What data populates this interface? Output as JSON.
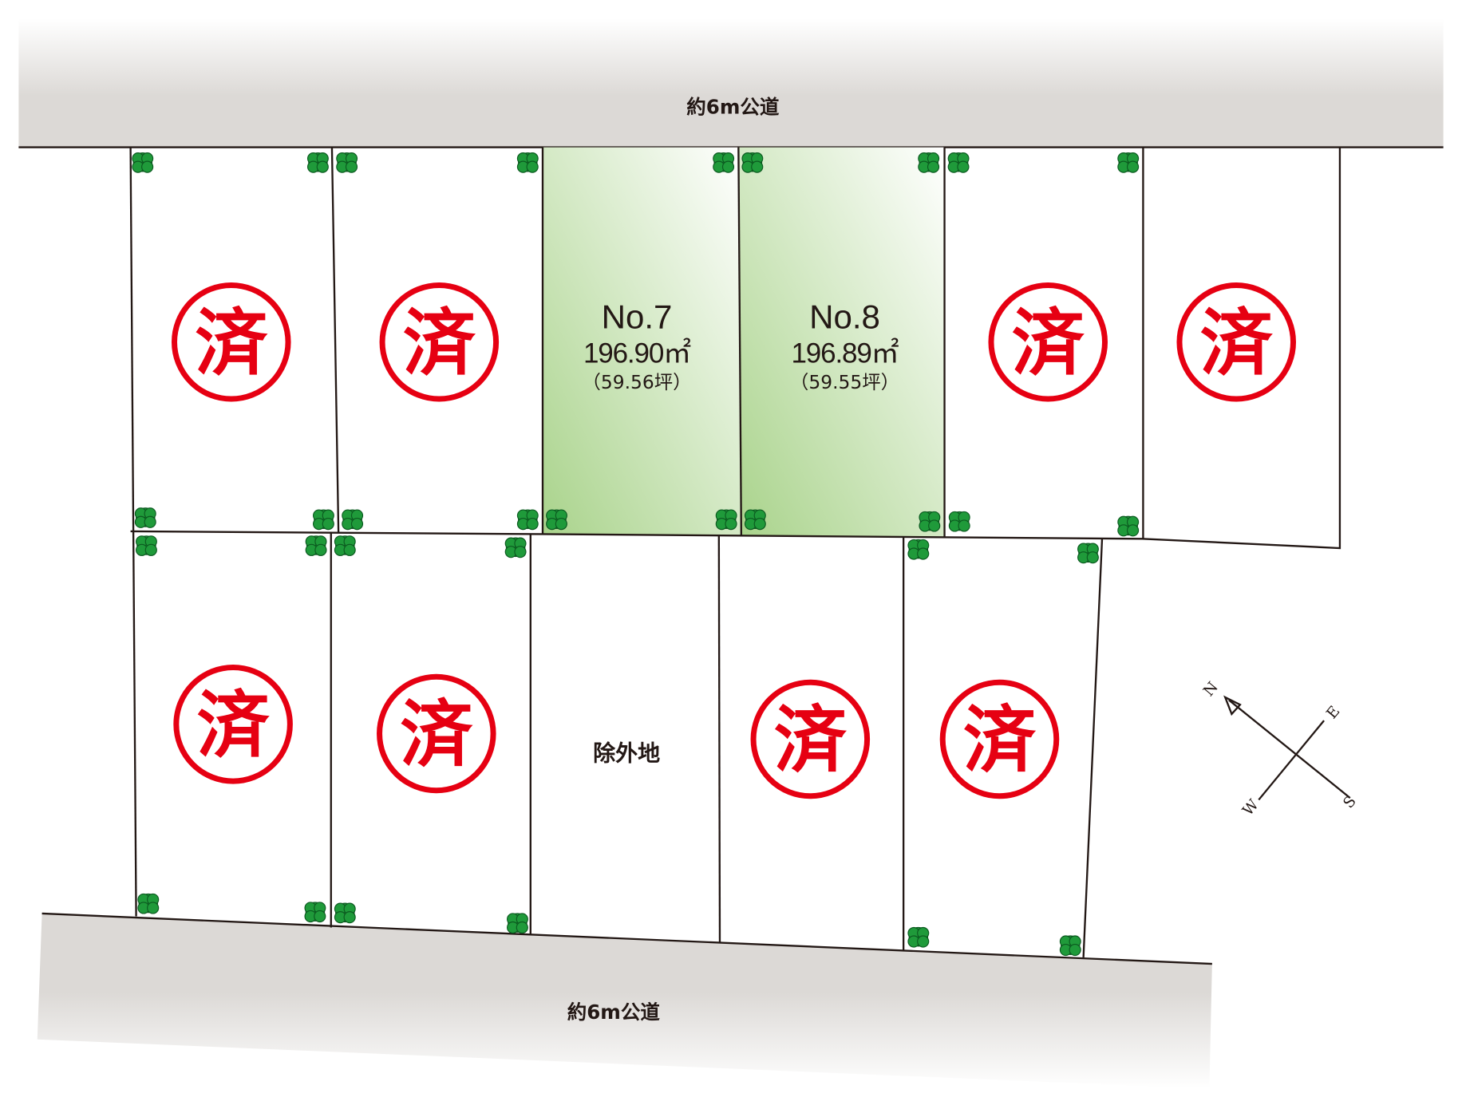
{
  "roads": {
    "north": "約6m公道",
    "south": "約6m公道"
  },
  "lots_available": [
    {
      "number": "No.7",
      "area": "196.90㎡",
      "tsubo": "（59.56坪）"
    },
    {
      "number": "No.8",
      "area": "196.89㎡",
      "tsubo": "（59.55坪）"
    }
  ],
  "sold_stamp": "済",
  "excluded_area": "除外地",
  "compass": {
    "n": "N",
    "e": "E",
    "s": "S",
    "w": "W"
  },
  "colors": {
    "sold_red": "#e60012",
    "available_green": "#a9d38b",
    "tree_green": "#1f9a3a",
    "road_gray": "#dcd9d6"
  }
}
